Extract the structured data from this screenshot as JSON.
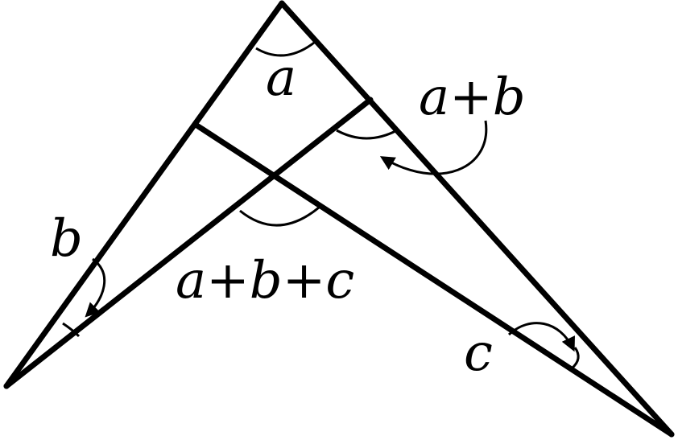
{
  "labels": {
    "a": "a",
    "a_plus_b": "a+b",
    "b": "b",
    "a_plus_b_plus_c": "a+b+c",
    "c": "c"
  },
  "colors": {
    "ink": "#000000",
    "background": "#ffffff"
  }
}
